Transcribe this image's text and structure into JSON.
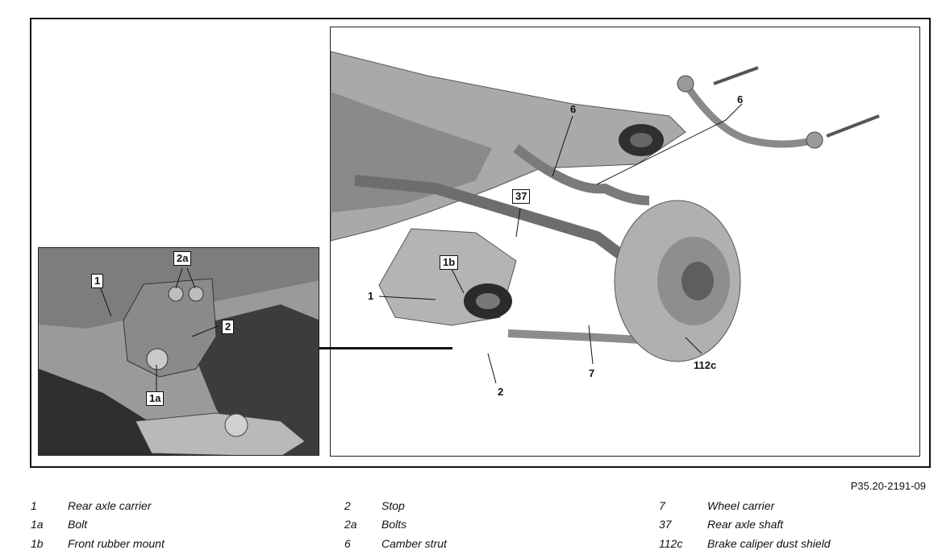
{
  "figure": {
    "reference_code": "P35.20-2191-09",
    "main_callouts": {
      "c6a": "6",
      "c6b": "6",
      "c37": "37",
      "c1b": "1b",
      "c1": "1",
      "c2": "2",
      "c7": "7",
      "c112c": "112c"
    },
    "inset_callouts": {
      "c1": "1",
      "c2a": "2a",
      "c2": "2",
      "c1a": "1a"
    }
  },
  "legend": [
    {
      "num": "1",
      "label": "Rear axle carrier"
    },
    {
      "num": "1a",
      "label": "Bolt"
    },
    {
      "num": "1b",
      "label": "Front rubber mount"
    },
    {
      "num": "2",
      "label": "Stop"
    },
    {
      "num": "2a",
      "label": "Bolts"
    },
    {
      "num": "6",
      "label": "Camber strut"
    },
    {
      "num": "7",
      "label": "Wheel carrier"
    },
    {
      "num": "37",
      "label": "Rear axle shaft"
    },
    {
      "num": "112c",
      "label": "Brake caliper dust shield"
    }
  ]
}
